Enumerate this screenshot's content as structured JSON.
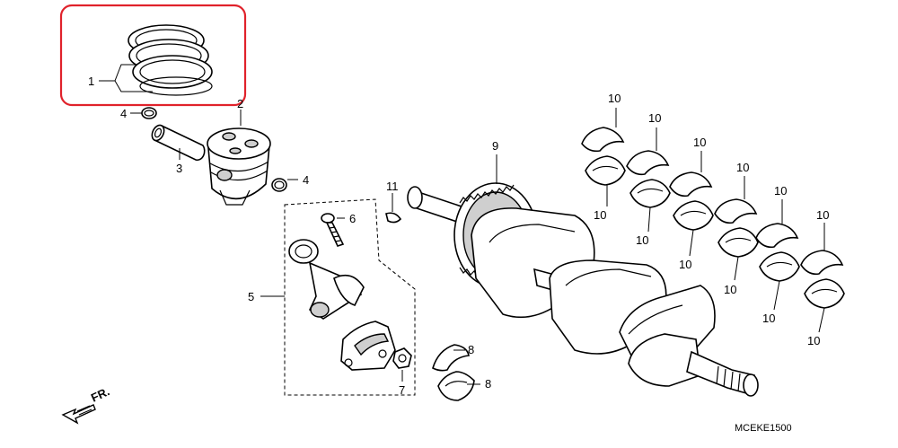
{
  "diagram": {
    "code": "MCEKE1500",
    "front_label": "FR.",
    "highlight_color": "#e0222b",
    "callouts": {
      "c1": "1",
      "c2": "2",
      "c3": "3",
      "c4a": "4",
      "c4b": "4",
      "c5": "5",
      "c6": "6",
      "c7": "7",
      "c8a": "8",
      "c8b": "8",
      "c9": "9",
      "c11": "11",
      "c10_1": "10",
      "c10_2": "10",
      "c10_3": "10",
      "c10_4": "10",
      "c10_5": "10",
      "c10_6": "10",
      "c10_7": "10",
      "c10_8": "10",
      "c10_9": "10",
      "c10_10": "10",
      "c10_11": "10",
      "c10_12": "10"
    }
  }
}
